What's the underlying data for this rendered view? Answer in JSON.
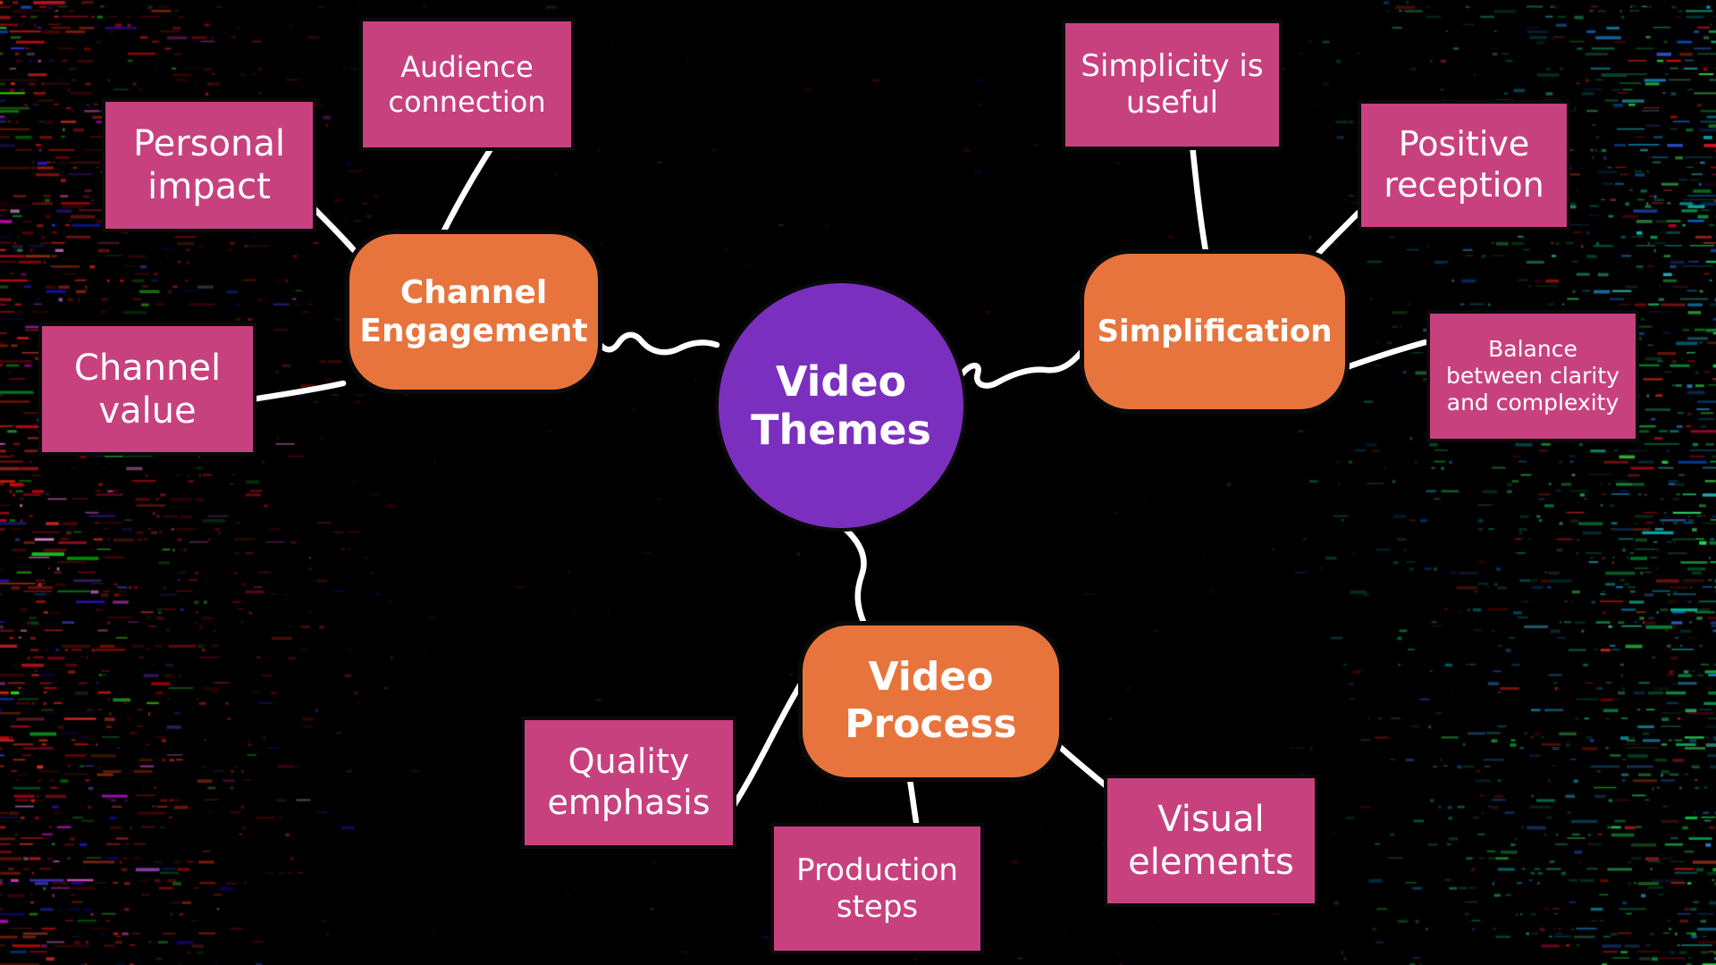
{
  "diagram": {
    "type": "mindmap",
    "root": {
      "label": "Video Themes"
    },
    "branches": [
      {
        "label": "Channel Engagement",
        "children": [
          {
            "label": "Personal impact"
          },
          {
            "label": "Audience connection"
          },
          {
            "label": "Channel value"
          }
        ]
      },
      {
        "label": "Simplification",
        "children": [
          {
            "label": "Simplicity is useful"
          },
          {
            "label": "Positive reception"
          },
          {
            "label": "Balance between clarity and complexity"
          }
        ]
      },
      {
        "label": "Video Process",
        "children": [
          {
            "label": "Quality emphasis"
          },
          {
            "label": "Production steps"
          },
          {
            "label": "Visual elements"
          }
        ]
      }
    ],
    "colors": {
      "root": "#7b2fbe",
      "branch": "#e8743d",
      "leaf": "#c8417f",
      "connector": "#ffffff",
      "node_text": "#ffffff",
      "node_border": "#0a0a0a"
    },
    "background": {
      "base": "#000000",
      "left_glitch_red": "#e02828",
      "right_glitch_green": "#28c850",
      "right_glitch_blue": "#2858e0"
    }
  }
}
